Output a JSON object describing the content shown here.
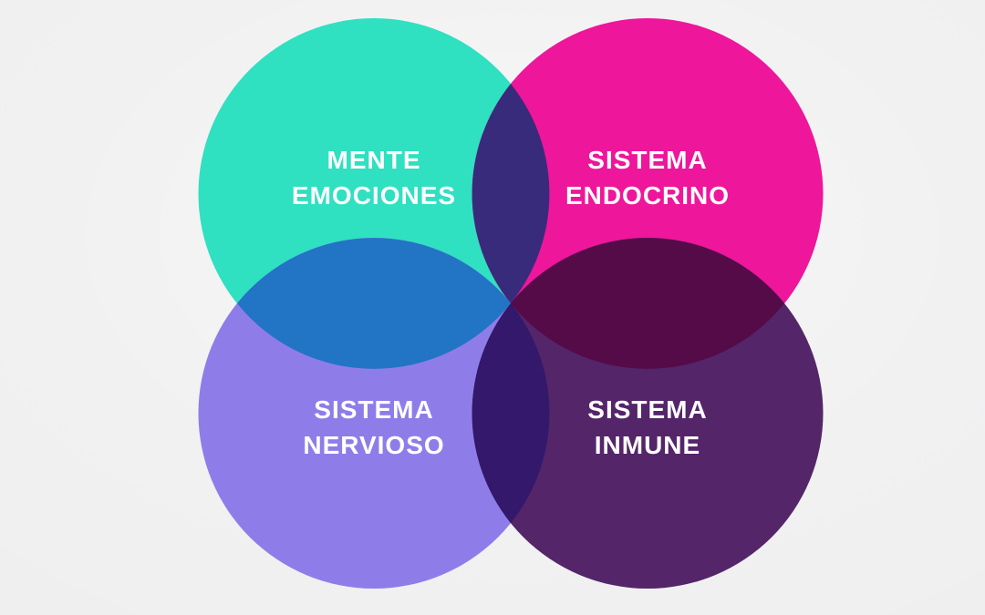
{
  "background": {
    "color": "#efeff0"
  },
  "text_color": "#ffffff",
  "circles": [
    {
      "name": "mente-emociones",
      "line1": "MENTE",
      "line2": "EMOCIONES",
      "color": "#2fe0c1"
    },
    {
      "name": "sistema-endocrino",
      "line1": "SISTEMA",
      "line2": "ENDOCRINO",
      "color": "#ee169b"
    },
    {
      "name": "sistema-nervioso",
      "line1": "SISTEMA",
      "line2": "NERVIOSO",
      "color": "#8e7de9"
    },
    {
      "name": "sistema-inmune",
      "line1": "SISTEMA",
      "line2": "INMUNE",
      "color": "#542569"
    }
  ],
  "overlaps": [
    {
      "name": "mente-endocrino",
      "color": "#382b7b"
    },
    {
      "name": "mente-nervioso",
      "color": "#2274c5"
    },
    {
      "name": "endocrino-inmune",
      "color": "#550b48"
    },
    {
      "name": "nervioso-inmune",
      "color": "#33186b"
    }
  ]
}
